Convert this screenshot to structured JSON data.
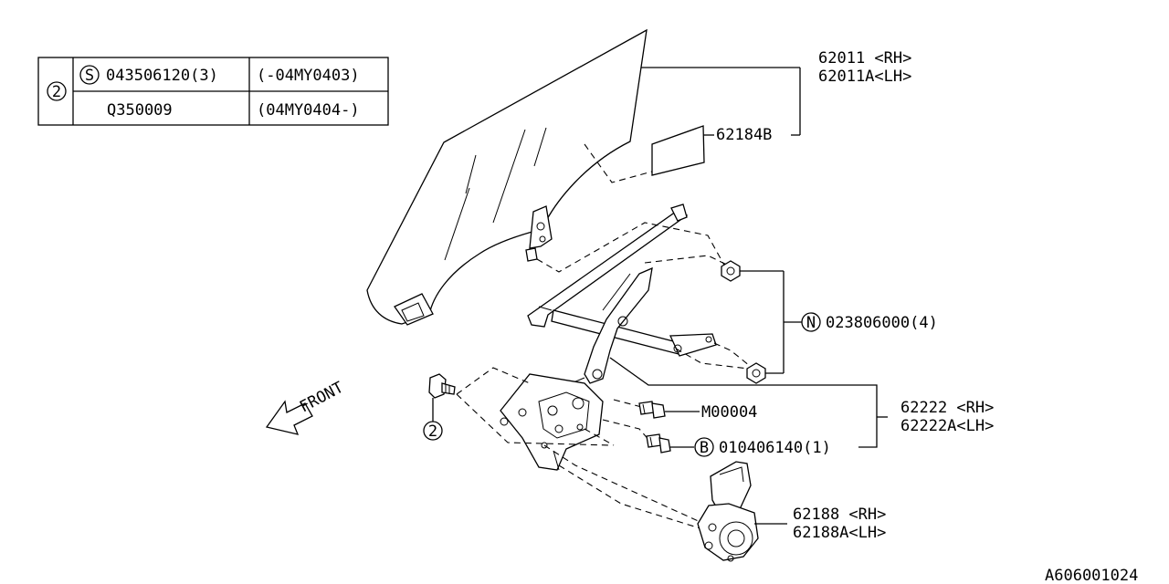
{
  "note_table": {
    "ref": "2",
    "rows": [
      {
        "symbol": "S",
        "part_no": "043506120(3)",
        "range": "(-04MY0403)"
      },
      {
        "symbol": "",
        "part_no": "Q350009",
        "range": "(04MY0404-)"
      }
    ]
  },
  "callouts": {
    "glass": {
      "line1": "62011 <RH>",
      "line2": "62011A<LH>"
    },
    "sticker": "62184B",
    "nut": {
      "symbol": "N",
      "text": "023806000(4)"
    },
    "bolt_m": "M00004",
    "regulator": {
      "line1": "62222 <RH>",
      "line2": "62222A<LH>"
    },
    "bolt_b": {
      "symbol": "B",
      "text": "010406140(1)"
    },
    "motor": {
      "line1": "62188 <RH>",
      "line2": "62188A<LH>"
    },
    "screw_ref": "2"
  },
  "front_label": "FRONT",
  "diagram_code": "A606001024"
}
